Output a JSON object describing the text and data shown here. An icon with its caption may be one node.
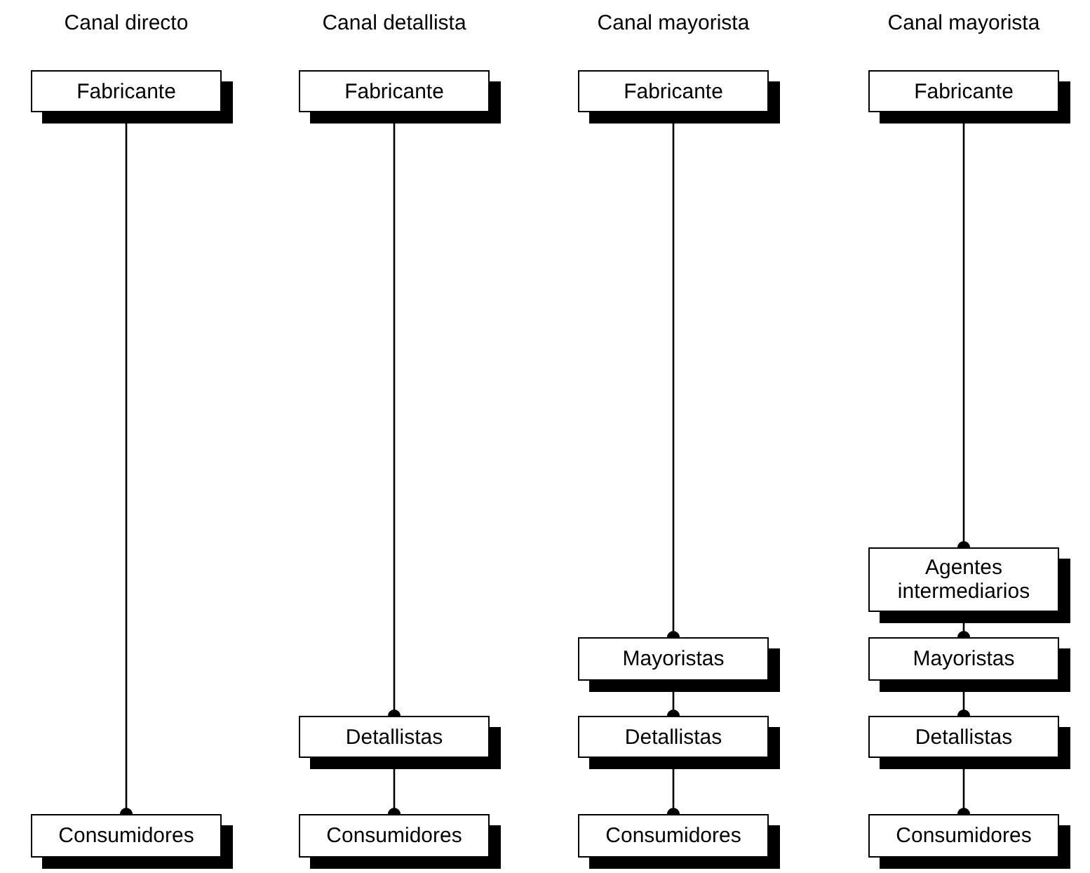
{
  "diagram": {
    "nodes": [
      {
        "text": [
          "Fabricante"
        ]
      },
      {
        "text": [
          "Consumidores"
        ]
      },
      {
        "text": [
          "Fabricante"
        ]
      },
      {
        "text": [
          "Detallistas"
        ]
      },
      {
        "text": [
          "Consumidores"
        ]
      },
      {
        "text": [
          "Fabricante"
        ]
      },
      {
        "text": [
          "Mayoristas"
        ]
      },
      {
        "text": [
          "Detallistas"
        ]
      },
      {
        "text": [
          "Consumidores"
        ]
      },
      {
        "text": [
          "Fabricante"
        ]
      },
      {
        "text": [
          "Agentes intermediarios"
        ]
      },
      {
        "text": [
          "Mayoristas"
        ]
      },
      {
        "text": [
          "Detallistas"
        ]
      },
      {
        "text": [
          "Consumidores"
        ]
      }
    ],
    "edges": [
      {
        "from": 0,
        "to": 1,
        "arrow": "other"
      },
      {
        "from": 2,
        "to": 3,
        "arrow": "other"
      },
      {
        "from": 3,
        "to": 4,
        "arrow": "other"
      },
      {
        "from": 5,
        "to": 6,
        "arrow": "other"
      },
      {
        "from": 6,
        "to": 7,
        "arrow": "other"
      },
      {
        "from": 7,
        "to": 8,
        "arrow": "other"
      },
      {
        "from": 9,
        "to": 10,
        "arrow": "other"
      },
      {
        "from": 10,
        "to": 11,
        "arrow": "other"
      },
      {
        "from": 11,
        "to": 12,
        "arrow": "other"
      },
      {
        "from": 12,
        "to": 13,
        "arrow": "other"
      }
    ],
    "labels": [
      "Canal directo",
      "Canal detallista",
      "Canal mayorista",
      "Canal mayorista"
    ]
  }
}
